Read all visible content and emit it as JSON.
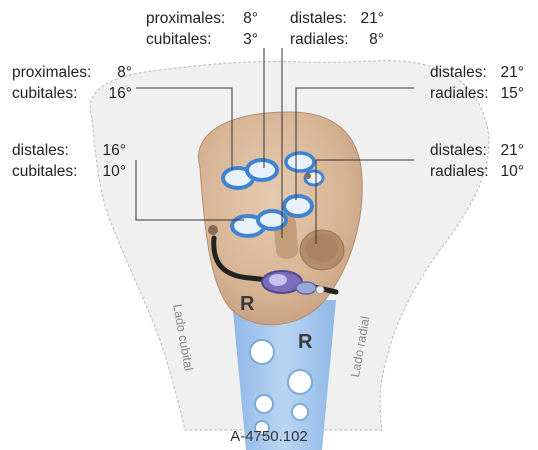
{
  "figure": {
    "reference_code": "A-4750.102",
    "side_labels": {
      "ulnar": "Lado cubital",
      "radial": "Lado radial"
    },
    "plate_letters": [
      "R",
      "R"
    ],
    "callouts": [
      {
        "id": "top-left",
        "line1_key": "proximales:",
        "line1_value": "8°",
        "line2_key": "cubitales:",
        "line2_value": "3°"
      },
      {
        "id": "top-right",
        "line1_key": "distales:",
        "line1_value": "21°",
        "line2_key": "radiales:",
        "line2_value": "8°"
      },
      {
        "id": "mid-left",
        "line1_key": "proximales:",
        "line1_value": "8°",
        "line2_key": "cubitales:",
        "line2_value": "16°"
      },
      {
        "id": "mid-right",
        "line1_key": "distales:",
        "line1_value": "21°",
        "line2_key": "radiales:",
        "line2_value": "15°"
      },
      {
        "id": "low-left",
        "line1_key": "distales:",
        "line1_value": "16°",
        "line2_key": "cubitales:",
        "line2_value": "10°"
      },
      {
        "id": "low-right",
        "line1_key": "distales:",
        "line1_value": "21°",
        "line2_key": "radiales:",
        "line2_value": "10°"
      }
    ],
    "colors": {
      "bone": "#efefef",
      "bone_outline": "#bdbdbd",
      "plate": "#d8b89a",
      "plate_shadow": "#b89576",
      "shaft": "#a9c9ec",
      "screw_ring": "#4f8fd6",
      "leader_line": "#333333"
    }
  }
}
